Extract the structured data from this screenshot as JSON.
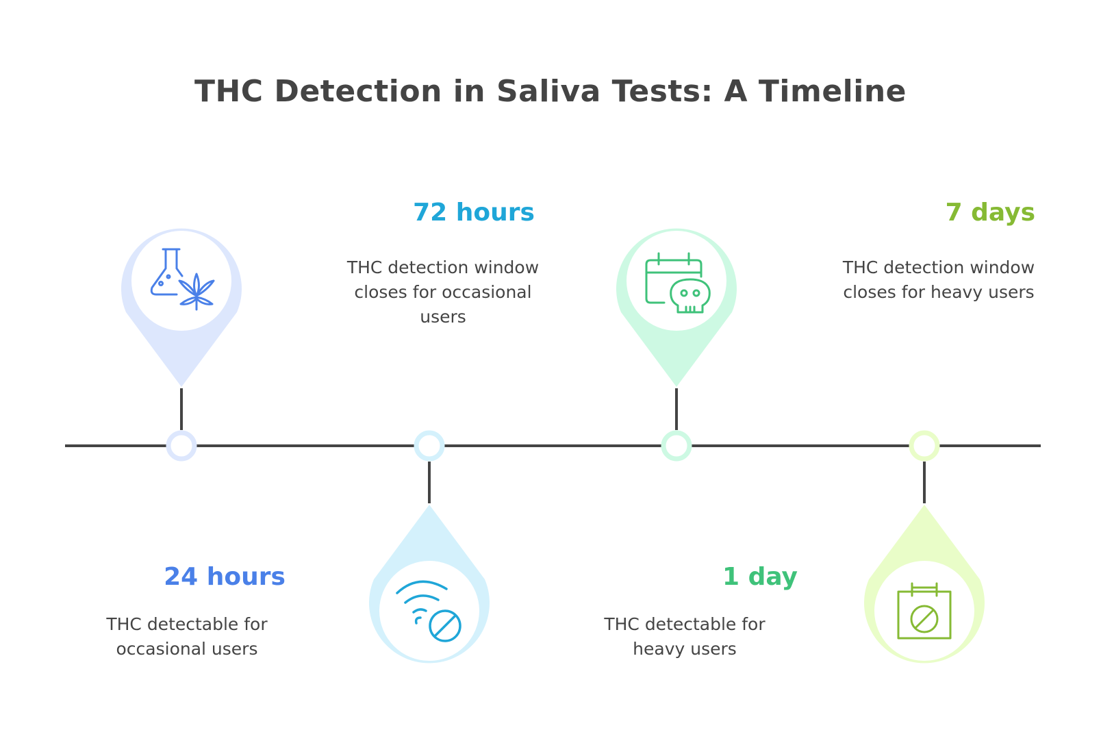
{
  "title": "THC Detection in Saliva Tests: A Timeline",
  "colors": {
    "line": "#444444",
    "blue": "#4a80e8",
    "blue_light": "#dde7fd",
    "cyan": "#1fa6d8",
    "cyan_light": "#d4f1fc",
    "green": "#3fc27a",
    "green_light": "#cdf9e3",
    "lime": "#86ba34",
    "lime_light": "#e9fdc8"
  },
  "events": [
    {
      "headline": "24 hours",
      "description": "THC detectable for occasional users",
      "icon": "flask-cannabis-icon",
      "color": "#4a80e8",
      "light": "#dde7fd"
    },
    {
      "headline": "72 hours",
      "description": "THC detection window closes for occasional users",
      "icon": "signal-blocked-icon",
      "color": "#1fa6d8",
      "light": "#d4f1fc"
    },
    {
      "headline": "1 day",
      "description": "THC detectable for heavy users",
      "icon": "calendar-skull-icon",
      "color": "#3fc27a",
      "light": "#cdf9e3"
    },
    {
      "headline": "7 days",
      "description": "THC detection window closes for heavy users",
      "icon": "calendar-blocked-icon",
      "color": "#86ba34",
      "light": "#e9fdc8"
    }
  ]
}
